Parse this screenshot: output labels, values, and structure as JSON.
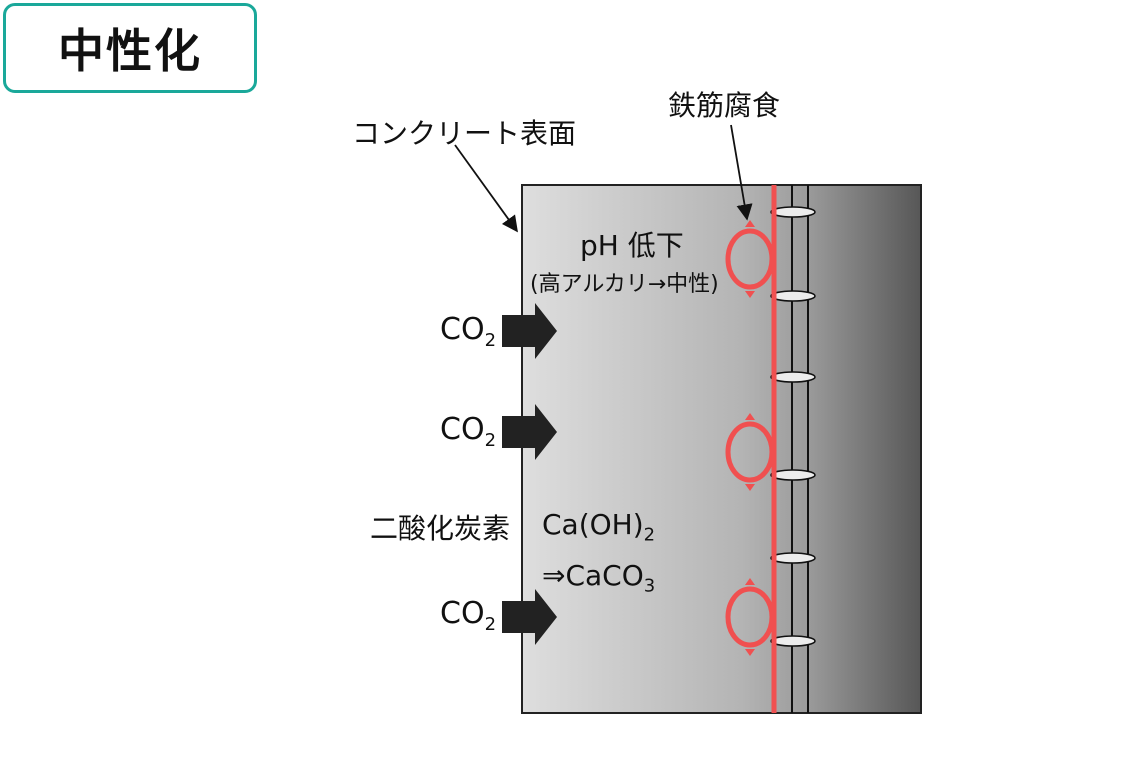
{
  "title": "中性化",
  "labels": {
    "surface": "コンクリート表面",
    "corrosion": "鉄筋腐食",
    "ph_drop": "pH 低下",
    "ph_detail": "(高アルカリ→中性)",
    "carbon_dioxide": "二酸化炭素"
  },
  "co2_arrows": [
    {
      "base": "CO",
      "sub": "2"
    },
    {
      "base": "CO",
      "sub": "2"
    },
    {
      "base": "CO",
      "sub": "2"
    }
  ],
  "reaction": {
    "line1_base": "Ca(OH)",
    "line1_sub": "2",
    "line2_base": "⇒CaCO",
    "line2_sub": "3"
  },
  "colors": {
    "title_border": "#1aa89a",
    "rebar_red": "#f05050",
    "concrete_light": "#dcdcdc",
    "concrete_dark": "#5a5a5a",
    "arrow": "#222222"
  }
}
